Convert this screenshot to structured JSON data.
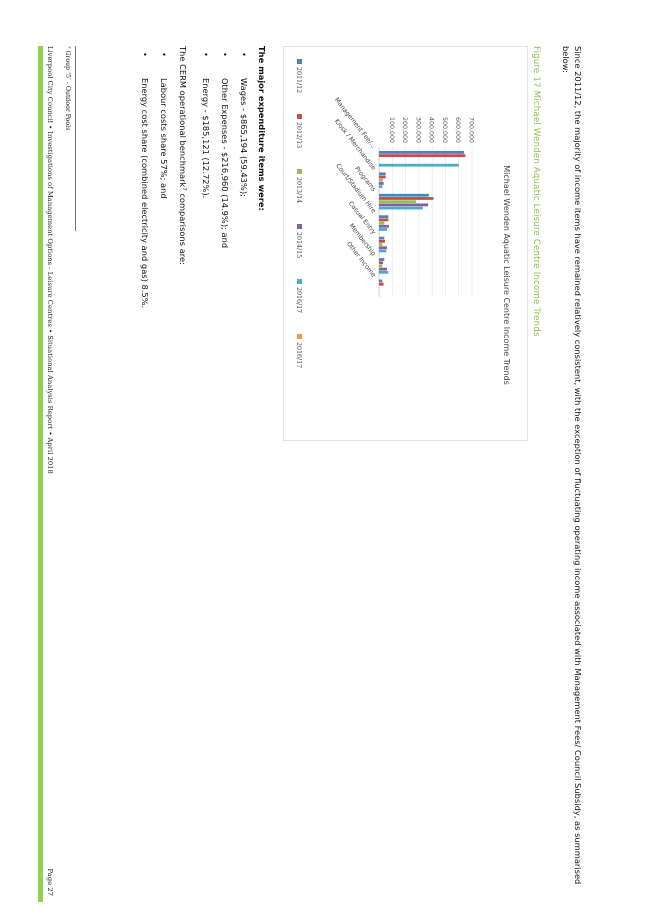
{
  "intro_text": "Since 2011/12, the majority of income items have remained relatively consistent, with the exception of fluctuating operating income associated with Management Fees/ Council Subsidy, as summarised below:",
  "figure_caption": "Figure 17 Michael Wenden Aquatic Leisure Centre Income Trends",
  "chart_data": {
    "type": "bar",
    "title": "Michael Wenden Aquatic Leisure Centre Income Trends",
    "categories": [
      "Management Fee/...",
      "Kiosk / Merchandise",
      "Programs",
      "Court/Stadium Hire",
      "Casual Entry",
      "Membership",
      "Other Income"
    ],
    "ylim": [
      0,
      700000
    ],
    "yticks": [
      "100,000",
      "200,000",
      "300,000",
      "400,000",
      "500,000",
      "600,000",
      "700,000"
    ],
    "series": [
      {
        "name": "2011/12",
        "color": "#4f81bd",
        "values": [
          640000,
          50000,
          375000,
          70000,
          40000,
          40000,
          25000
        ]
      },
      {
        "name": "2012/13",
        "color": "#c0504d",
        "values": [
          650000,
          50000,
          410000,
          70000,
          45000,
          30000,
          35000
        ]
      },
      {
        "name": "2013/14",
        "color": "#9bbb59",
        "values": [
          0,
          30000,
          280000,
          40000,
          25000,
          25000,
          0
        ]
      },
      {
        "name": "2014/15",
        "color": "#8064a2",
        "values": [
          0,
          35000,
          370000,
          75000,
          60000,
          60000,
          0
        ]
      },
      {
        "name": "2016/17",
        "color": "#4bacc6",
        "values": [
          600000,
          25000,
          330000,
          60000,
          55000,
          70000,
          0
        ]
      },
      {
        "name": "2016/17",
        "color": "#f79646",
        "values": [
          0,
          0,
          0,
          0,
          0,
          0,
          0
        ]
      }
    ]
  },
  "expenditure": {
    "heading": "The major expenditure items were:",
    "items": [
      "Wages - $865,194 (59.43%);",
      "Other Expenses - $216,960 (14.9%); and",
      "Energy - $185,121 (12.72%)."
    ]
  },
  "benchmark": {
    "text": "The CERM operational benchmark⁷ comparisons are:",
    "items": [
      "Labour costs share 57%; and",
      "Energy cost share (combined electricity and gas) 8.5%."
    ]
  },
  "bullet_char": "•",
  "footnote": "⁷ Group ‘5’ - Outdoor Pools",
  "footer": "Liverpool City Council • Investigations of Management Options - Leisure Centres • Situational Analysis Report • April 2018",
  "page_number": "Page 27"
}
